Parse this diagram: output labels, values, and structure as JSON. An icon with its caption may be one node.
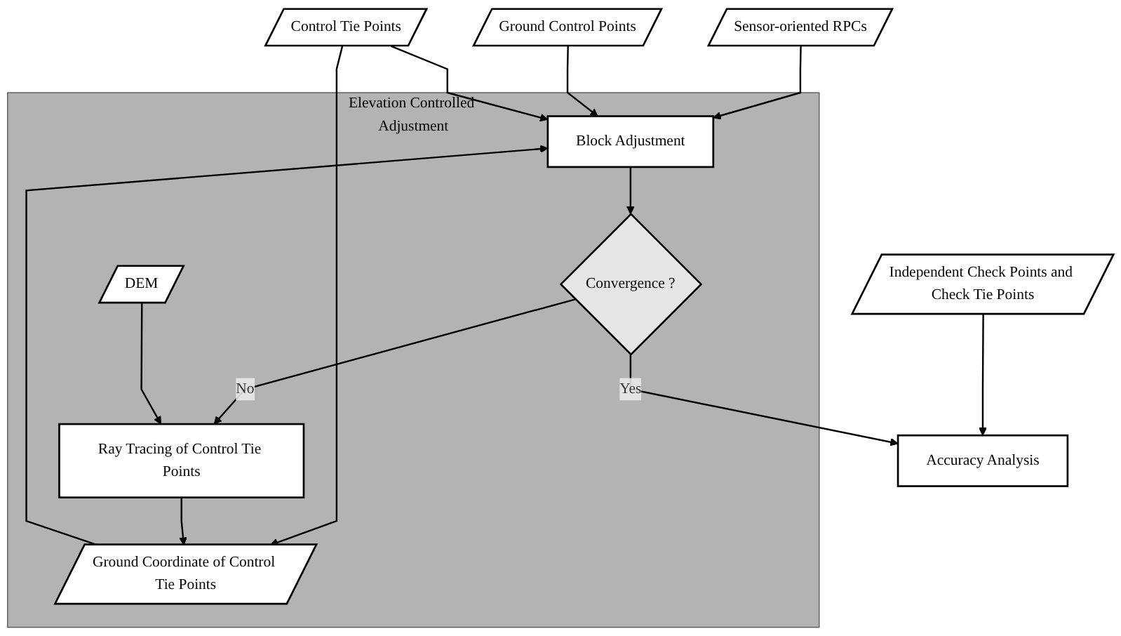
{
  "diagram": {
    "nodes": [
      {
        "text": [
          "Sensor-oriented RPCs"
        ]
      },
      {
        "text": [
          "Ground Control Points"
        ]
      },
      {
        "text": [
          "Control Tie Points"
        ]
      },
      {
        "text": [
          "Elevation Controlled Adjustment"
        ]
      },
      {
        "text": [
          "Block Adjustment"
        ],
        "in": 3
      },
      {
        "text": [
          "Ground Coordinate of Control Tie Points"
        ],
        "in": 3
      },
      {
        "text": [
          "Convergence ?"
        ],
        "in": 3
      },
      {
        "text": [
          "Ray Tracing of Control Tie Points"
        ],
        "in": 3
      },
      {
        "text": [
          "DEM"
        ],
        "in": 3
      },
      {
        "text": [
          "Accuracy Analysis"
        ]
      },
      {
        "text": [
          "Independent Check Points and Check Tie Points"
        ]
      }
    ],
    "edges": [
      {
        "from": 0,
        "to": 4,
        "arrow": "to"
      },
      {
        "from": 1,
        "to": 4,
        "arrow": "to"
      },
      {
        "from": 2,
        "to": 4,
        "arrow": "to"
      },
      {
        "from": 2,
        "to": 5,
        "arrow": "to"
      },
      {
        "from": 5,
        "to": 4,
        "arrow": "to"
      },
      {
        "from": 4,
        "to": 6,
        "arrow": "to"
      },
      {
        "from": 6,
        "to": 7,
        "label": "No",
        "arrow": "to"
      },
      {
        "from": 7,
        "to": 5,
        "arrow": "to"
      },
      {
        "from": 8,
        "to": 7,
        "arrow": "to"
      },
      {
        "from": 6,
        "to": 9,
        "label": "Yes",
        "arrow": "to"
      },
      {
        "from": 10,
        "to": 9,
        "arrow": "to"
      }
    ]
  }
}
